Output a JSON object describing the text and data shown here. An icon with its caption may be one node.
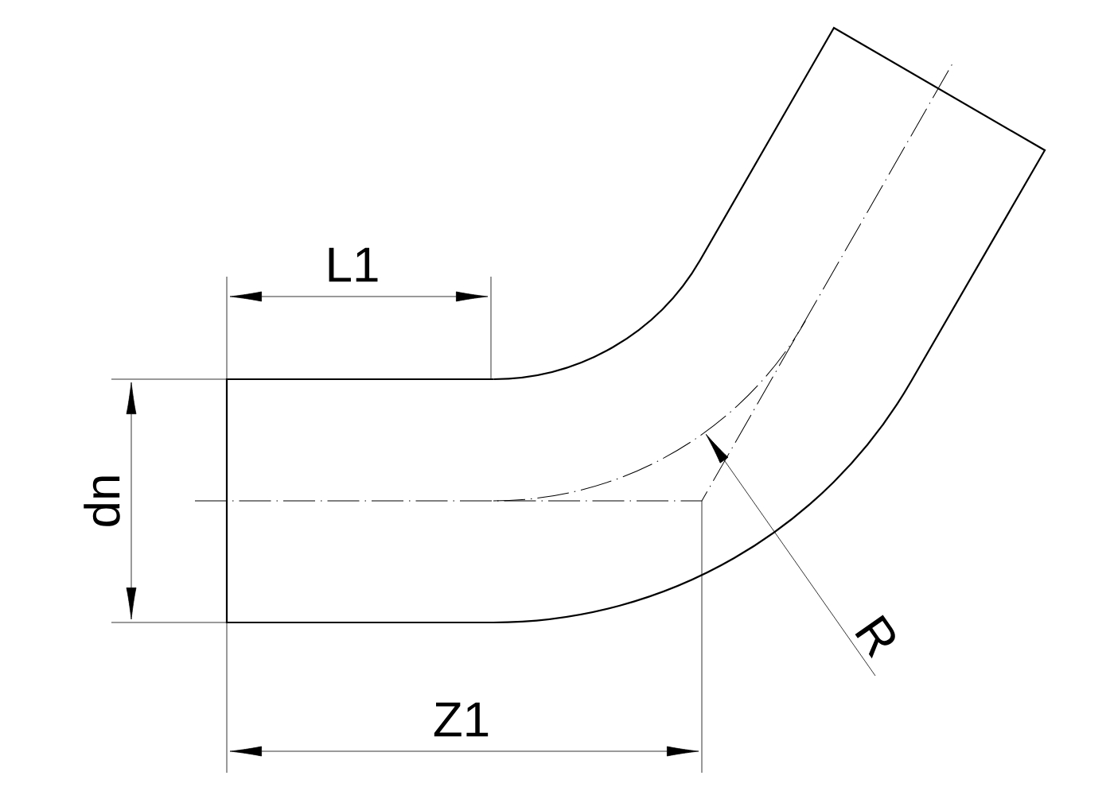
{
  "diagram": {
    "labels": [
      "L1",
      "dn",
      "Z1",
      "R"
    ]
  }
}
